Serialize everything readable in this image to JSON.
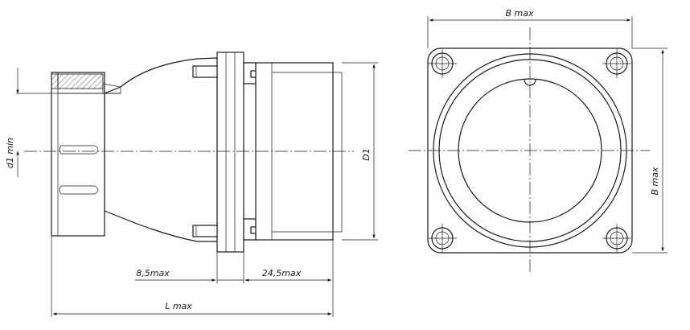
{
  "labels": {
    "d1_min": "d1 min",
    "dim_8_5": "8,5max",
    "dim_24_5": "24,5max",
    "l_max": "L max",
    "d1": "D1",
    "b_max_top": "B max",
    "b_max_side": "B max"
  },
  "colors": {
    "ink": "#1a1a1a",
    "paper": "#ffffff"
  }
}
